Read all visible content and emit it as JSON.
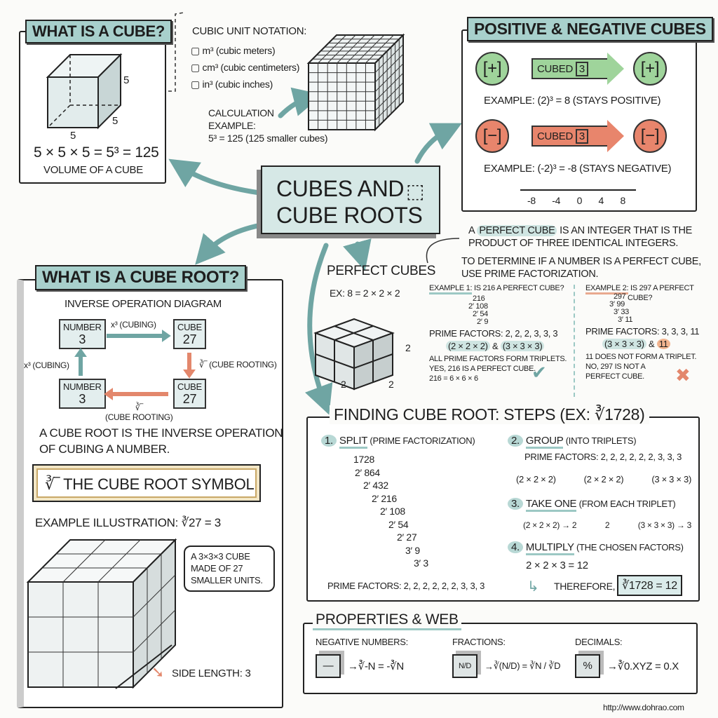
{
  "cube_box": {
    "title": "WHAT IS A CUBE?",
    "side_label_right": "5",
    "side_label_depth": "5",
    "side_label_bottom": "5",
    "formula": "5 × 5 × 5 = 5³ = 125",
    "caption": "VOLUME OF A CUBE"
  },
  "notation": {
    "heading": "CUBIC UNIT NOTATION:",
    "items": [
      "m³ (cubic meters)",
      "cm³ (cubic centimeters)",
      "in³ (cubic inches)"
    ],
    "calc_line1": "CALCULATION",
    "calc_line2": "EXAMPLE:",
    "calc_line3": "5³ = 125 (125 smaller cubes)"
  },
  "center_title": {
    "line1": "CUBES AND",
    "line2": "CUBE ROOTS"
  },
  "signs": {
    "title": "POSITIVE & NEGATIVE CUBES",
    "pos_symbol": "[+]",
    "neg_symbol": "[−]",
    "cubed_label": "CUBED",
    "cubed_exp": "3",
    "pos_example": "EXAMPLE: (2)³ = 8  (STAYS POSITIVE)",
    "neg_example": "EXAMPLE: (-2)³ = -8  (STAYS NEGATIVE)",
    "number_line": [
      "-8",
      "-4",
      "0",
      "4",
      "8"
    ],
    "colors": {
      "positive": "#9fd49b",
      "negative": "#e8856c"
    }
  },
  "root_box": {
    "title": "WHAT IS A CUBE ROOT?",
    "diagram_title": "INVERSE OPERATION DIAGRAM",
    "number_label": "NUMBER",
    "number_value": "3",
    "cube_label": "CUBE",
    "cube_value": "27",
    "cubing_label": "x³ (CUBING)",
    "rooting_label": "∛‾ (CUBE ROOTING)",
    "rooting_sym": "∛‾",
    "rooting_text": "(CUBE ROOTING)",
    "definition_line1": "A CUBE ROOT IS THE INVERSE OPERATION",
    "definition_line2": "OF CUBING A NUMBER.",
    "symbol_banner_sym": "∛‾",
    "symbol_banner": "THE CUBE ROOT SYMBOL",
    "example": "EXAMPLE ILLUSTRATION: ∛27 = 3",
    "callout": [
      "A 3×3×3 CUBE",
      "MADE OF 27",
      "SMALLER UNITS."
    ],
    "side_length": "SIDE LENGTH: 3"
  },
  "perfect": {
    "title": "PERFECT CUBES",
    "example": "EX: 8 = 2 × 2 × 2",
    "dim_right": "2",
    "dim_left": "2",
    "dim_bottom": "2",
    "definition_pre": "A ",
    "definition_hl": "PERFECT CUBE",
    "definition_post": " IS AN INTEGER THAT IS THE",
    "definition_line2": "PRODUCT OF THREE IDENTICAL INTEGERS.",
    "determine_line1": "TO DETERMINE IF A NUMBER IS A PERFECT CUBE,",
    "determine_line2": "USE PRIME FACTORIZATION.",
    "ex1": {
      "label": "EXAMPLE 1:",
      "question": " IS 216 A PERFECT CUBE?",
      "tree": [
        "216",
        "2′ 108",
        "2′ 54",
        "2′ 9"
      ],
      "factors": "PRIME FACTORS: 2, 2, 2, 3, 3, 3",
      "group_a": "(2 × 2 × 2)",
      "amp": "&",
      "group_b": "(3 × 3 × 3)",
      "conclusion": [
        "ALL PRIME FACTORS FORM TRIPLETS.",
        "YES, 216 IS A PERFECT CUBE.",
        "216 = 6 × 6 × 6"
      ]
    },
    "ex2": {
      "label": "EXAMPLE 2:",
      "question": " IS 297 A PERFECT",
      "question2": "CUBE?",
      "tree": [
        "297",
        "3′ 99",
        "3′ 33",
        "3′ 11"
      ],
      "factors": "PRIME FACTORS: 3, 3, 3, 11",
      "group_a": "(3 × 3 × 3)",
      "amp": "&",
      "group_b": "11",
      "conclusion": [
        "11 DOES NOT FORM A TRIPLET.",
        "NO, 297 IS NOT A",
        "PERFECT CUBE."
      ]
    }
  },
  "steps": {
    "title": "FINDING CUBE ROOT: STEPS (EX: ∛1728)",
    "s1_num": "1.",
    "s1_title": "SPLIT",
    "s1_sub": " (PRIME FACTORIZATION)",
    "tree": [
      "1728",
      "2′ 864",
      "2′ 432",
      "2′ 216",
      "2′ 108",
      "2′ 54",
      "2′ 27",
      "3′ 9",
      "3′ 3"
    ],
    "s1_factors": "PRIME FACTORS: 2, 2, 2, 2, 2, 2, 3, 3, 3",
    "s2_num": "2.",
    "s2_title": "GROUP",
    "s2_sub": " (INTO TRIPLETS)",
    "s2_factors": "PRIME FACTORS: 2, 2, 2, 2, 2, 2, 3, 3, 3",
    "groups": [
      "(2 × 2 × 2)",
      "(2 × 2 × 2)",
      "(3 × 3 × 3)"
    ],
    "s3_num": "3.",
    "s3_title": "TAKE ONE",
    "s3_sub": " (FROM EACH TRIPLET)",
    "take": [
      "(2 × 2 × 2) → 2",
      "2",
      "(3 × 3 × 3) → 3"
    ],
    "s4_num": "4.",
    "s4_title": "MULTIPLY",
    "s4_sub": " (THE CHOSEN FACTORS)",
    "product": "2 × 2 × 3 = 12",
    "therefore": "THEREFORE,",
    "answer": "∛1728 = 12"
  },
  "properties": {
    "title": "PROPERTIES & WEB",
    "items": [
      {
        "label": "NEGATIVE NUMBERS:",
        "cube_face": "—",
        "formula": "∛-N = -∛N"
      },
      {
        "label": "FRACTIONS:",
        "cube_face": "N/D",
        "formula": "∛(N/D) = ∛N / ∛D"
      },
      {
        "label": "DECIMALS:",
        "cube_face": "%",
        "formula": "∛0.XYZ = 0.X"
      }
    ]
  },
  "footer_url": "http://www.dohrao.com",
  "colors": {
    "teal": "#a8d0cc",
    "teal_dark": "#6fa5a3",
    "salmon": "#e3876c",
    "green": "#9fd49b"
  }
}
